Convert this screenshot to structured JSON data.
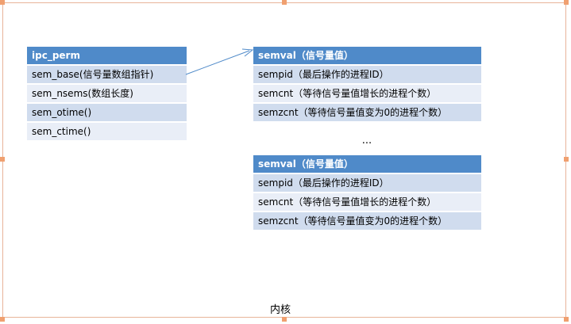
{
  "ipc_table": {
    "rows": [
      "ipc_perm",
      "sem_base(信号量数组指针)",
      "sem_nsems(数组长度)",
      "sem_otime()",
      "sem_ctime()"
    ]
  },
  "sem_tables": [
    {
      "rows": [
        "semval（信号量值）",
        "sempid（最后操作的进程ID）",
        "semcnt（等待信号量值增长的进程个数）",
        "semzcnt（等待信号量值变为0的进程个数）"
      ]
    },
    {
      "rows": [
        "semval（信号量值）",
        "sempid（最后操作的进程ID）",
        "semcnt（等待信号量值增长的进程个数）",
        "semzcnt（等待信号量值变为0的进程个数）"
      ]
    }
  ],
  "ellipsis": "...",
  "caption": "内核",
  "colors": {
    "header": "#4f8ac9",
    "row_dark": "#d0dcee",
    "row_light": "#e9eef7",
    "arrow": "#4f8ac9",
    "frame": "#e8b49a"
  }
}
